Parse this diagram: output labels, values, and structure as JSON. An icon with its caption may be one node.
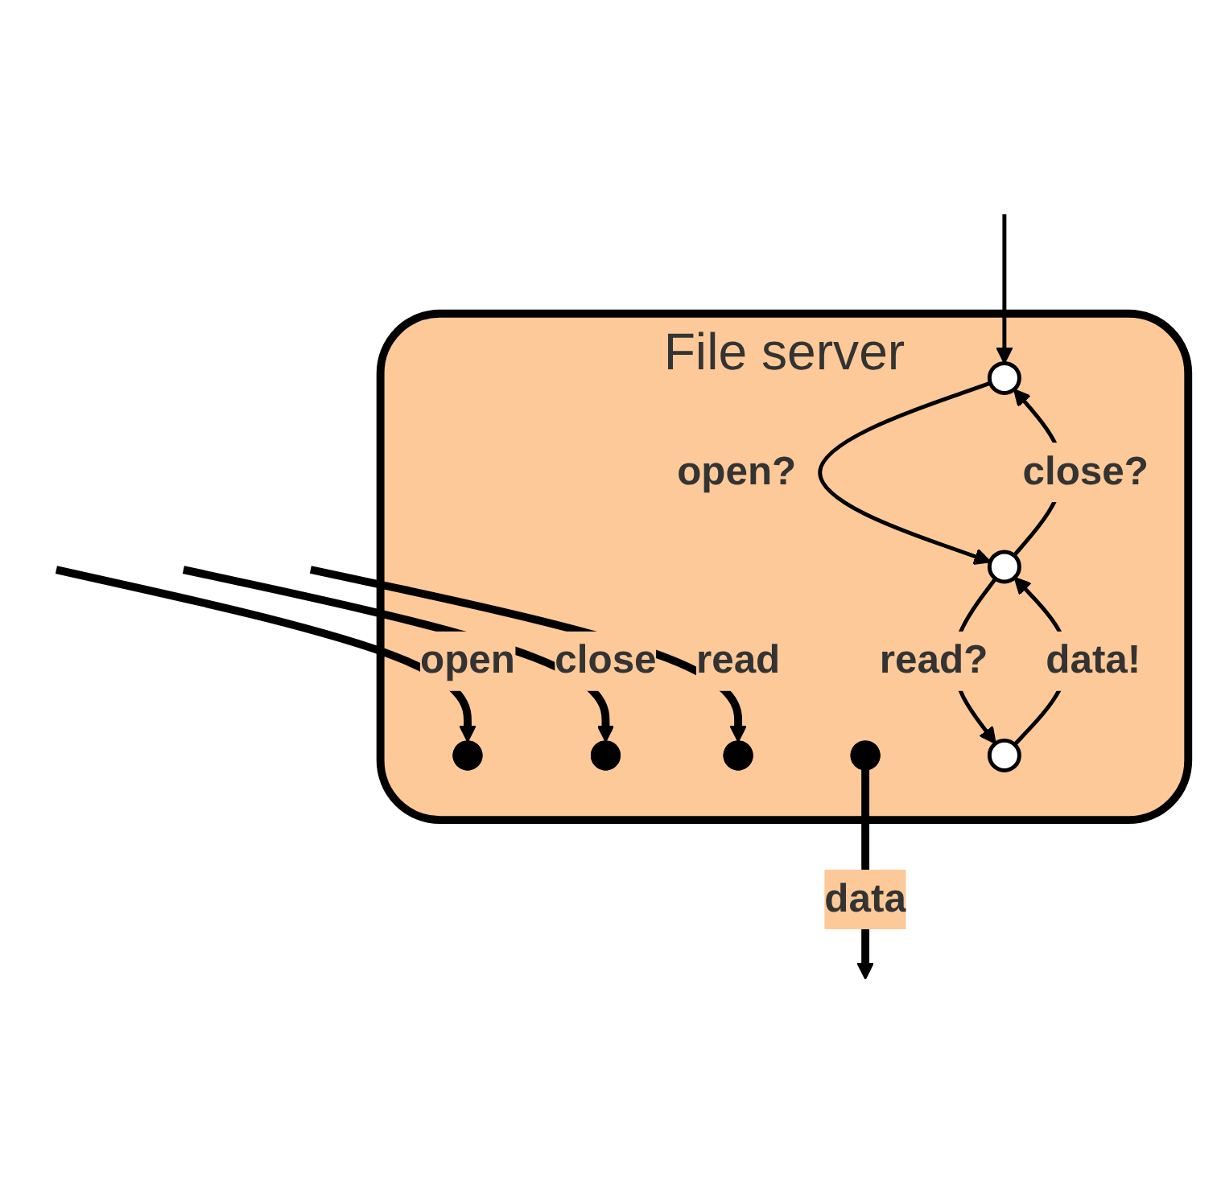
{
  "diagram": {
    "nodes": [
      {
        "text": [
          "File server"
        ]
      },
      {
        "text": [],
        "shape": "circle",
        "in": 0
      },
      {
        "text": [],
        "shape": "circle",
        "in": 0
      },
      {
        "text": [],
        "shape": "circle",
        "in": 0
      },
      {
        "text": [],
        "shape": "circle",
        "in": 0
      },
      {
        "text": [],
        "shape": "circle",
        "in": 0
      },
      {
        "text": [],
        "shape": "circle",
        "in": 0
      },
      {
        "text": [],
        "shape": "circle",
        "in": 0
      }
    ],
    "edges": [
      {
        "from": null,
        "to": 1,
        "arrow": "to",
        "label": "open",
        "style": "thick"
      },
      {
        "from": null,
        "to": 2,
        "arrow": "to",
        "label": "close",
        "style": "thick"
      },
      {
        "from": null,
        "to": 3,
        "arrow": "to",
        "label": "read",
        "style": "thick"
      },
      {
        "from": 4,
        "to": null,
        "arrow": "to",
        "label": "data",
        "style": "thick"
      },
      {
        "from": null,
        "to": 5,
        "arrow": "to"
      },
      {
        "from": 5,
        "to": 6,
        "arrow": "to",
        "label": "open?"
      },
      {
        "from": 6,
        "to": 5,
        "arrow": "to",
        "label": "close?"
      },
      {
        "from": 6,
        "to": 7,
        "arrow": "to",
        "label": "read?"
      },
      {
        "from": 7,
        "to": 6,
        "arrow": "to",
        "label": "data!"
      }
    ]
  }
}
